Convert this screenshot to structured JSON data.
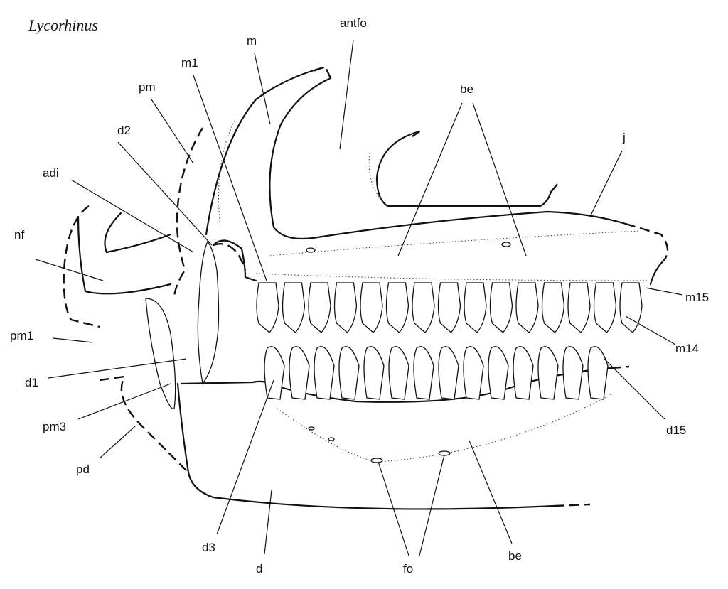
{
  "title": "Lycorhinus",
  "labels": {
    "antfo": "antfo",
    "m": "m",
    "m1": "m1",
    "pm": "pm",
    "be_upper": "be",
    "d2": "d2",
    "j": "j",
    "adi": "adi",
    "nf": "nf",
    "m15": "m15",
    "pm1": "pm1",
    "m14": "m14",
    "d1": "d1",
    "pm3": "pm3",
    "d15": "d15",
    "pd": "pd",
    "d3": "d3",
    "d": "d",
    "fo": "fo",
    "be_lower": "be"
  }
}
